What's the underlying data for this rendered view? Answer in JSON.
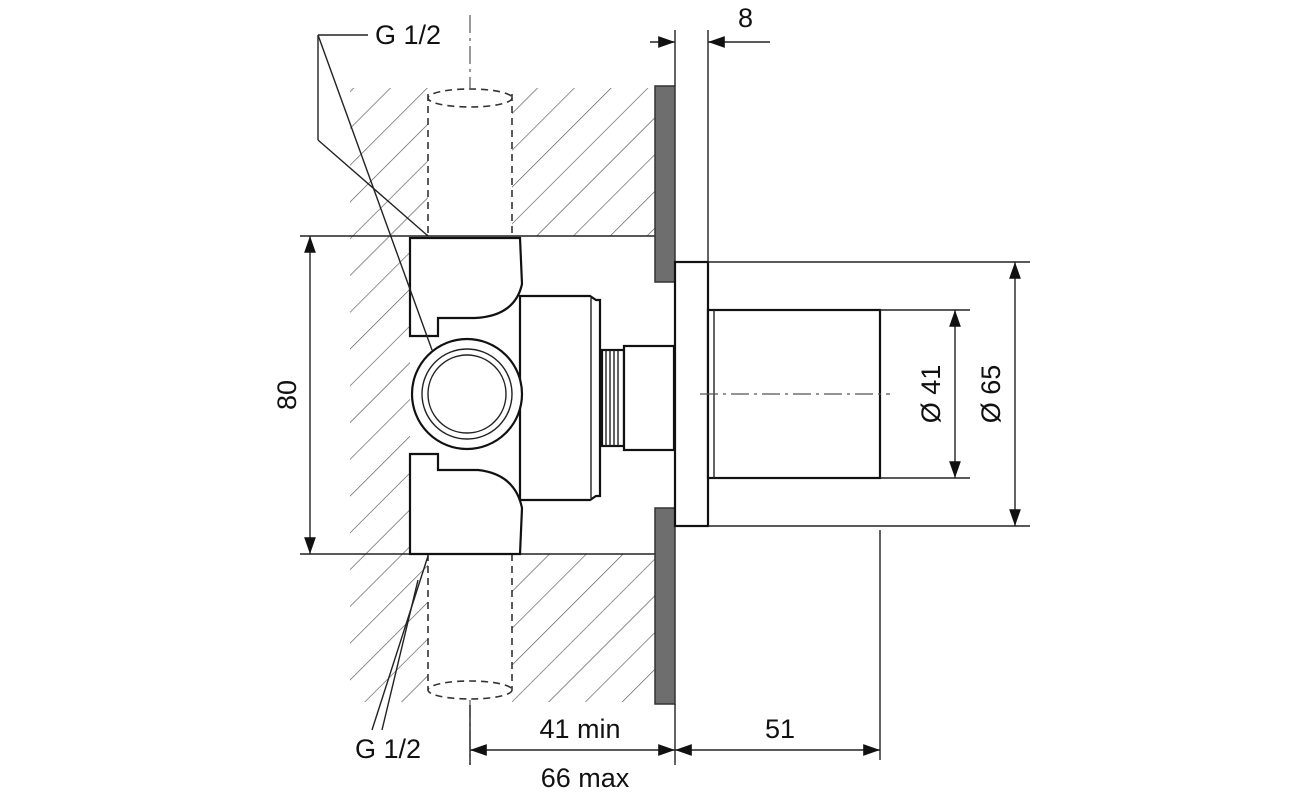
{
  "labels": {
    "thread_top": "G 1/2",
    "thread_bottom": "G 1/2",
    "dim_8": "8",
    "dim_80": "80",
    "dim_d41": "Ø 41",
    "dim_d65": "Ø 65",
    "dim_41min": "41 min",
    "dim_66max": "66 max",
    "dim_51": "51"
  },
  "colors": {
    "line": "#111111",
    "plate": "#6e6e6e",
    "hatch": "#555555",
    "background": "#ffffff"
  }
}
